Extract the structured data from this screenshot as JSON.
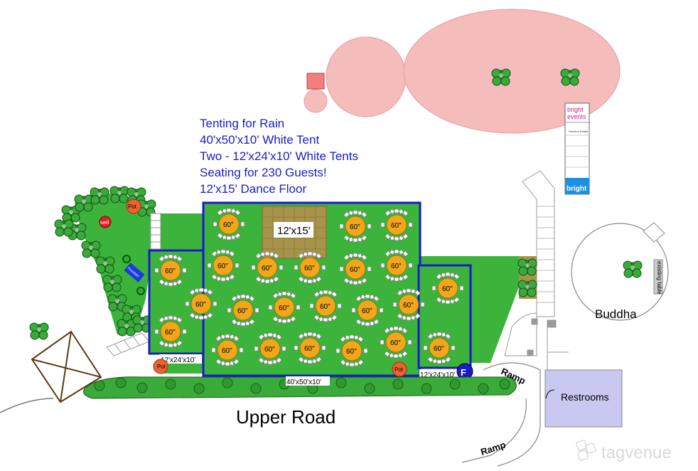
{
  "notes": {
    "line1": "Tenting for Rain",
    "line2": "40'x50'x10' White Tent",
    "line3": "Two - 12'x24'x10' White Tents",
    "line4": "Seating for 230 Guests!",
    "line5": "12'x15' Dance Floor"
  },
  "dance_floor": "12'x15'",
  "table_label": "60\"",
  "tents": {
    "main": "40'x50'x10'",
    "left": "12'x24'x10'",
    "right": "12'x24'x10'"
  },
  "labels": {
    "pot": "Pot",
    "well": "well",
    "fountain": "Fountain",
    "upper_road": "Upper Road",
    "ramp": "Ramp",
    "restrooms": "Restrooms",
    "buddha": "Buddha",
    "existing_table": "existing table",
    "fire_marker": "F"
  },
  "logo": {
    "line1": "bright",
    "line2": "events",
    "venue": "Houston Estate",
    "footer": "bright"
  },
  "watermark": "tagvenue",
  "colors": {
    "lawn": "#3cb43c",
    "tent_outline": "#1a1acc",
    "table": "#f2a61c",
    "dance_floor": "#a8934a",
    "tent_circle": "#f5bcbc",
    "restrooms": "#c8c8f0"
  }
}
